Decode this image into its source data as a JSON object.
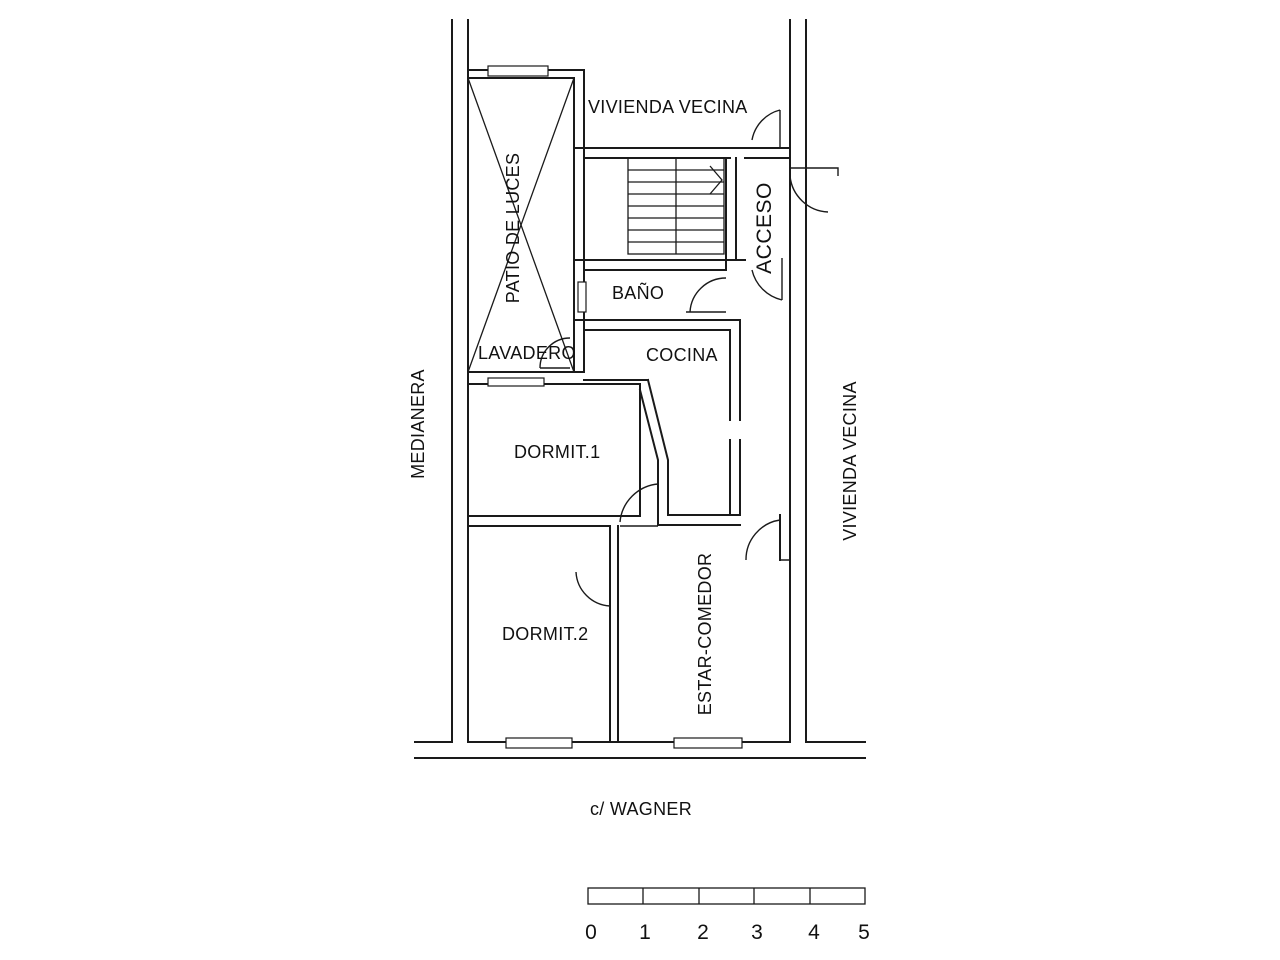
{
  "rooms": {
    "vivienda_vecina_top": "VIVIENDA VECINA",
    "patio_de_luces": "PATIO DE LUCES",
    "acceso": "ACCESO",
    "bano": "BAÑO",
    "lavadero": "LAVADERO",
    "cocina": "COCINA",
    "dormit_1": "DORMIT.1",
    "dormit_2": "DORMIT.2",
    "estar_comedor": "ESTAR-COMEDOR"
  },
  "surroundings": {
    "medianera": "MEDIANERA",
    "vivienda_vecina_right": "VIVIENDA VECINA",
    "street": "c/ WAGNER"
  },
  "scale_bar": {
    "ticks": [
      "0",
      "1",
      "2",
      "3",
      "4",
      "5"
    ]
  }
}
